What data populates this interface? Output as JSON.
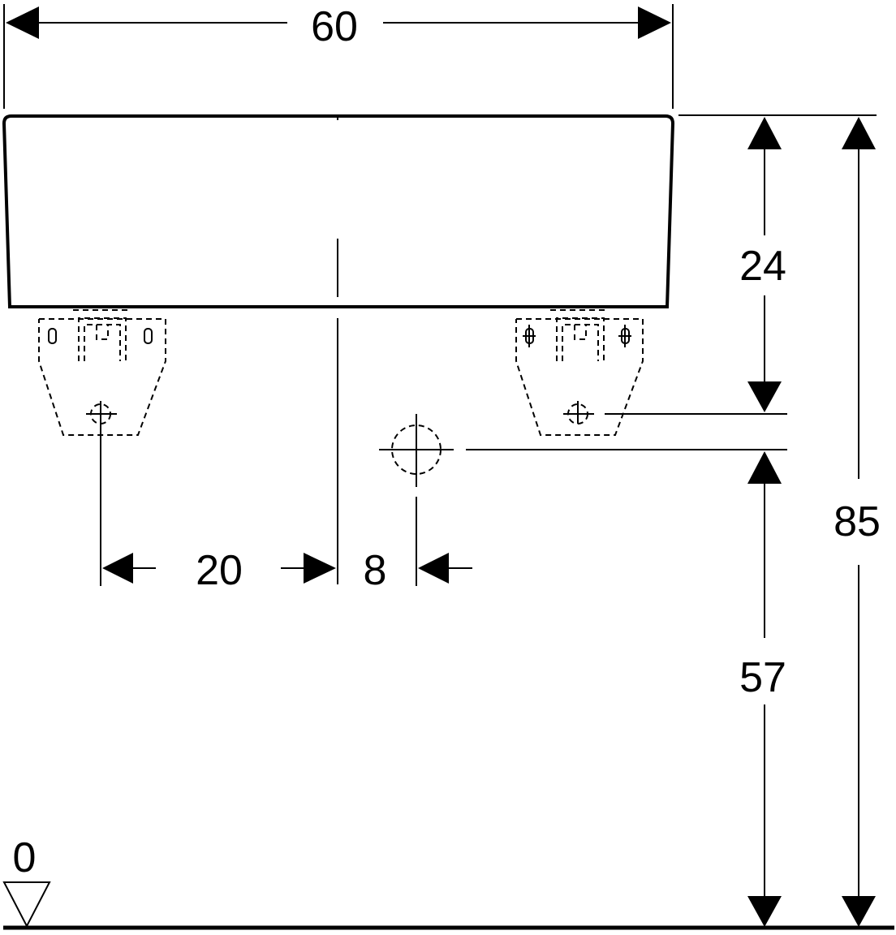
{
  "dimensions": {
    "width": "60",
    "basin_height": "24",
    "total_height": "85",
    "waste_height": "57",
    "bracket_offset": "20",
    "waste_offset": "8",
    "floor_level": "0"
  }
}
